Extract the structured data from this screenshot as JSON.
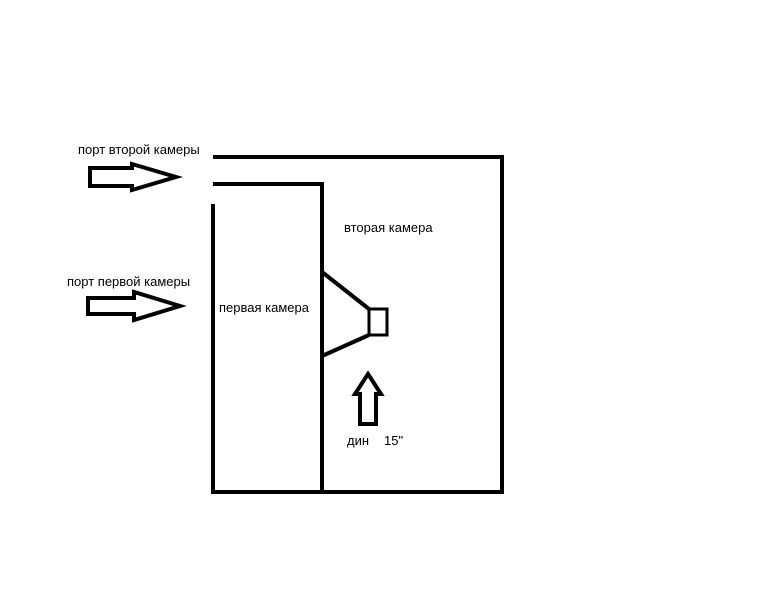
{
  "labels": {
    "port_second": "порт второй камеры",
    "port_first": "порт первой камеры",
    "first_chamber": "первая камера",
    "second_chamber": "вторая камера",
    "driver": "дин",
    "driver_size": "15\""
  },
  "colors": {
    "stroke": "#000000",
    "background": "#ffffff"
  },
  "icons": {
    "port_second_arrow": "arrow-right-icon",
    "port_first_arrow": "arrow-right-icon",
    "driver_arrow": "arrow-up-icon"
  }
}
